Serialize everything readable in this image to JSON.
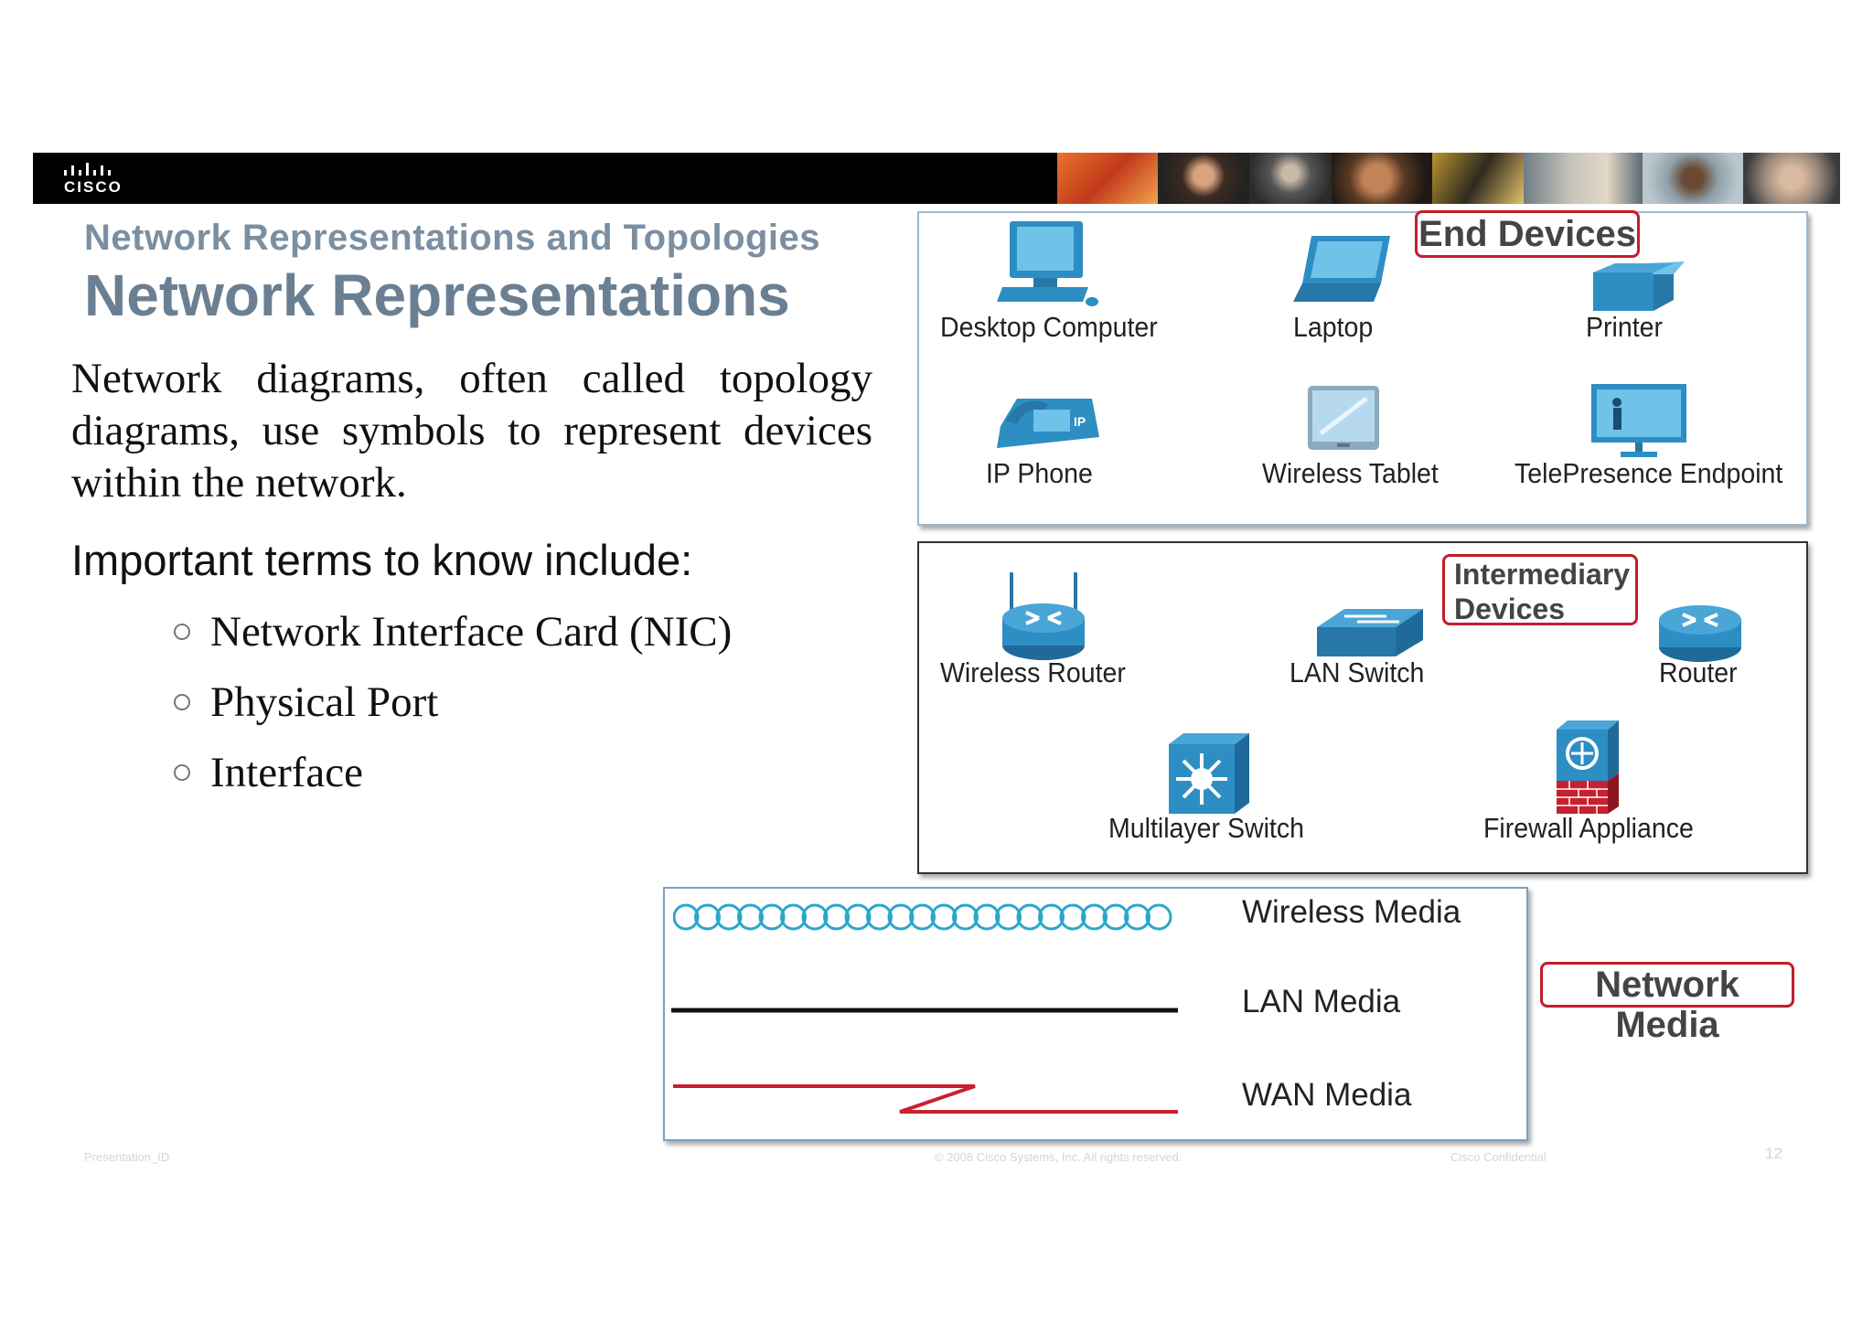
{
  "header": {
    "logo_text": "CISCO",
    "bar_color": "#000000"
  },
  "slide": {
    "subtitle": "Network Representations and Topologies",
    "title": "Network Representations",
    "paragraph": "Network diagrams, often called topology diagrams, use symbols to represent devices within the network.",
    "terms_heading": "Important terms to know include:",
    "terms": [
      "Network Interface Card (NIC)",
      "Physical Port",
      "Interface"
    ]
  },
  "end_devices": {
    "callout": "End Devices",
    "items": [
      {
        "label": "Desktop Computer",
        "icon": "desktop-computer-icon"
      },
      {
        "label": "Laptop",
        "icon": "laptop-icon"
      },
      {
        "label": "Printer",
        "icon": "printer-icon"
      },
      {
        "label": "IP Phone",
        "icon": "ip-phone-icon"
      },
      {
        "label": "Wireless Tablet",
        "icon": "wireless-tablet-icon"
      },
      {
        "label": "TelePresence Endpoint",
        "icon": "telepresence-endpoint-icon"
      }
    ]
  },
  "intermediary_devices": {
    "callout": "Intermediary Devices",
    "callout_line1": "Intermediary",
    "callout_line2": "Devices",
    "items": [
      {
        "label": "Wireless Router",
        "icon": "wireless-router-icon"
      },
      {
        "label": "LAN Switch",
        "icon": "lan-switch-icon"
      },
      {
        "label": "Router",
        "icon": "router-icon"
      },
      {
        "label": "Multilayer Switch",
        "icon": "multilayer-switch-icon"
      },
      {
        "label": "Firewall Appliance",
        "icon": "firewall-appliance-icon"
      }
    ]
  },
  "network_media": {
    "callout": "Network Media",
    "items": [
      {
        "label": "Wireless Media",
        "color": "#2aa7c9"
      },
      {
        "label": "LAN Media",
        "color": "#111111"
      },
      {
        "label": "WAN Media",
        "color": "#c8202f"
      }
    ]
  },
  "footer": {
    "presentation_id": "Presentation_ID",
    "copyright": "© 2008 Cisco Systems, Inc. All rights reserved.",
    "confidential": "Cisco Confidential",
    "page_number": "12"
  },
  "colors": {
    "title": "#6b7f92",
    "callout_border": "#c41e2a",
    "icon_blue": "#2d8ec4"
  }
}
